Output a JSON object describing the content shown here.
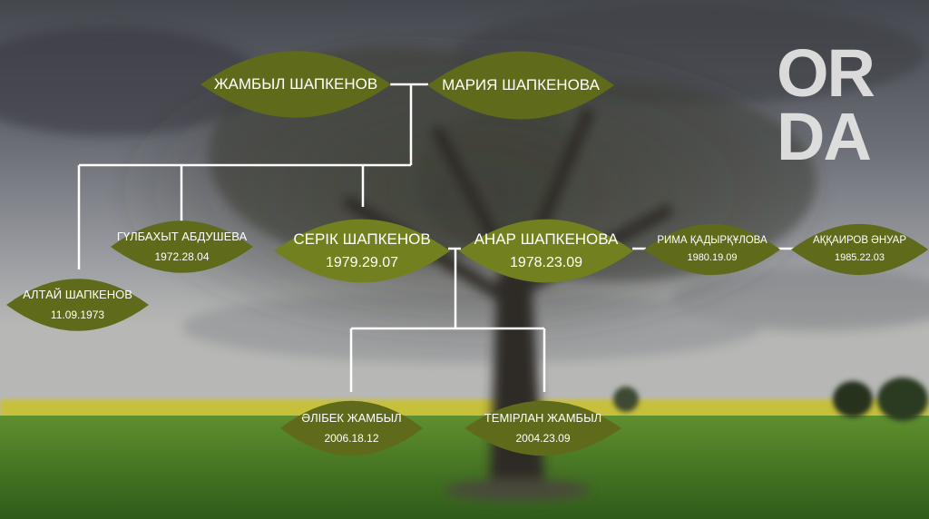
{
  "colors": {
    "leaf_fill": "#5f6b1a",
    "leaf_fill_dark": "#4d5812",
    "connector": "#ffffff",
    "sky": "#5b5f66",
    "field_yellow": "#c9c43a",
    "grass": "#3f6e22"
  },
  "logo": {
    "line1": "OR",
    "line2": "DA"
  },
  "people": {
    "zhambyl": {
      "name": "ЖАМБЫЛ ШАПКЕНОВ",
      "date": ""
    },
    "mariya": {
      "name": "МАРИЯ ШАПКЕНОВА",
      "date": ""
    },
    "gulbakhyt": {
      "name": "ГҮЛБАХЫТ АБДУШЕВА",
      "date": "1972.28.04"
    },
    "altai": {
      "name": "АЛТАЙ ШАПКЕНОВ",
      "date": "11.09.1973"
    },
    "serik": {
      "name": "СЕРІК ШАПКЕНОВ",
      "date": "1979.29.07"
    },
    "anar": {
      "name": "АНАР ШАПКЕНОВА",
      "date": "1978.23.09"
    },
    "rima": {
      "name": "РИМА ҚАДЫРҚҰЛОВА",
      "date": "1980.19.09"
    },
    "akkairov": {
      "name": "АҚҚАИРОВ ӘНУАР",
      "date": "1985.22.03"
    },
    "alibek": {
      "name": "ӘЛІБЕК ЖАМБЫЛ",
      "date": "2006.18.12"
    },
    "temirlan": {
      "name": "ТЕМІРЛАН ЖАМБЫЛ",
      "date": "2004.23.09"
    }
  }
}
